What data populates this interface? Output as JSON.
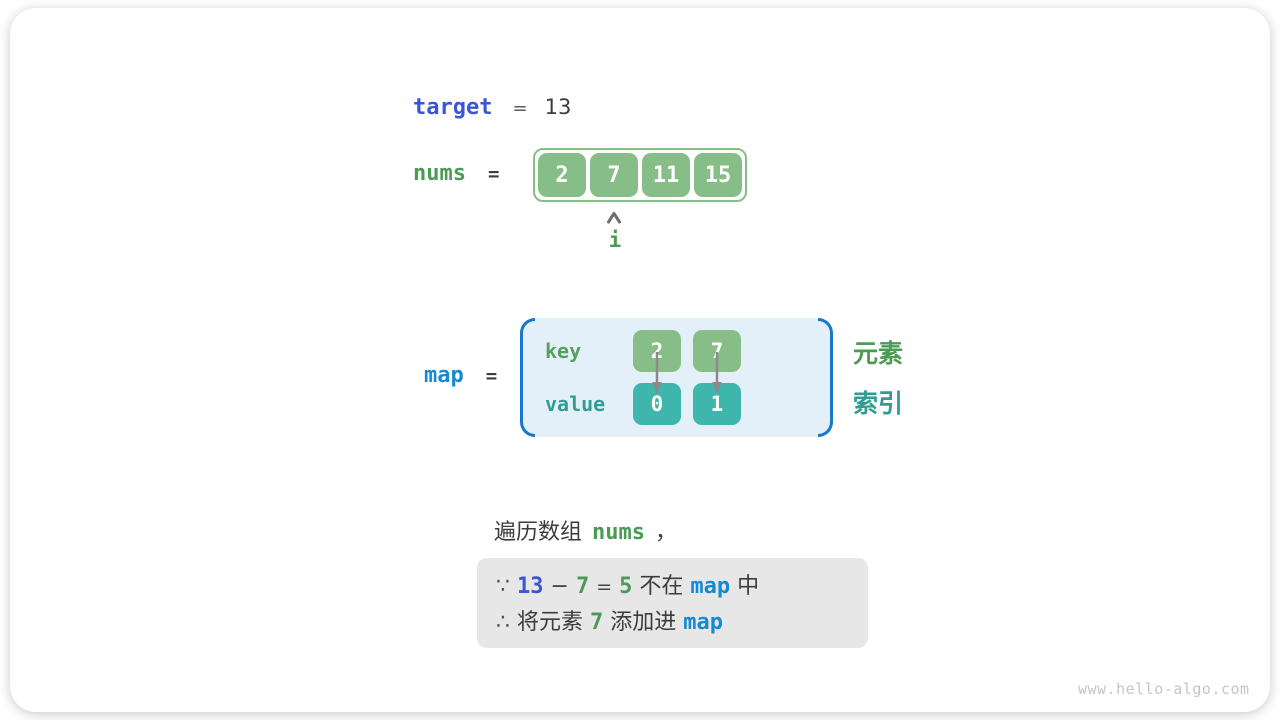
{
  "page": {
    "watermark": "www.hello-algo.com"
  },
  "colors": {
    "array_green": "#87be87",
    "value_teal": "#3eb6ab",
    "keyword_royal_blue": "#3a56d4",
    "keyword_azure_blue": "#1589d3",
    "green_text": "#4c9b55",
    "teal_text": "#2e9e94",
    "bracket_blue": "#1778c8",
    "map_fill": "#e4f0f9",
    "reason_box_gray": "#e7e7e7",
    "arrow_gray": "#8a8a8a"
  },
  "target_line": {
    "label": "target",
    "equals": "=",
    "value": "13"
  },
  "nums_line": {
    "label": "nums",
    "equals": "=",
    "values": [
      "2",
      "7",
      "11",
      "15"
    ],
    "pointer_label": "i",
    "pointer_index": 1
  },
  "map_section": {
    "label": "map",
    "equals": "=",
    "key_label": "key",
    "value_label": "value",
    "entries": [
      {
        "key": "2",
        "value": "0"
      },
      {
        "key": "7",
        "value": "1"
      }
    ],
    "side_labels": {
      "element": "元素",
      "index": "索引"
    }
  },
  "caption": {
    "prefix": "遍历数组",
    "code": "nums",
    "suffix": "，"
  },
  "reason_box": {
    "line1": {
      "because_symbol": "∵",
      "minuend": "13",
      "minus": "−",
      "subtrahend": "7",
      "equals": "=",
      "difference": "5",
      "text_not_in": "不在",
      "map_keyword": "map",
      "text_in": "中"
    },
    "line2": {
      "therefore_symbol": "∴",
      "text_add_element": "将元素",
      "element_value": "7",
      "text_add_into": "添加进",
      "map_keyword": "map"
    }
  }
}
